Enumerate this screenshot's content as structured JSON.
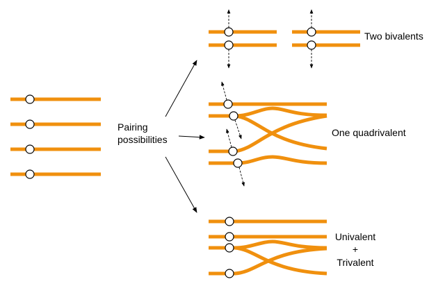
{
  "colors": {
    "chromosome": "#f0900e",
    "centromere_fill": "#ffffff",
    "outline": "#000000"
  },
  "labels": {
    "pairing_line1": "Pairing",
    "pairing_line2": "possibilities",
    "two_bivalents": "Two bivalents",
    "one_quadrivalent": "One quadrivalent",
    "univalent": "Univalent",
    "plus": "+",
    "trivalent": "Trivalent"
  }
}
